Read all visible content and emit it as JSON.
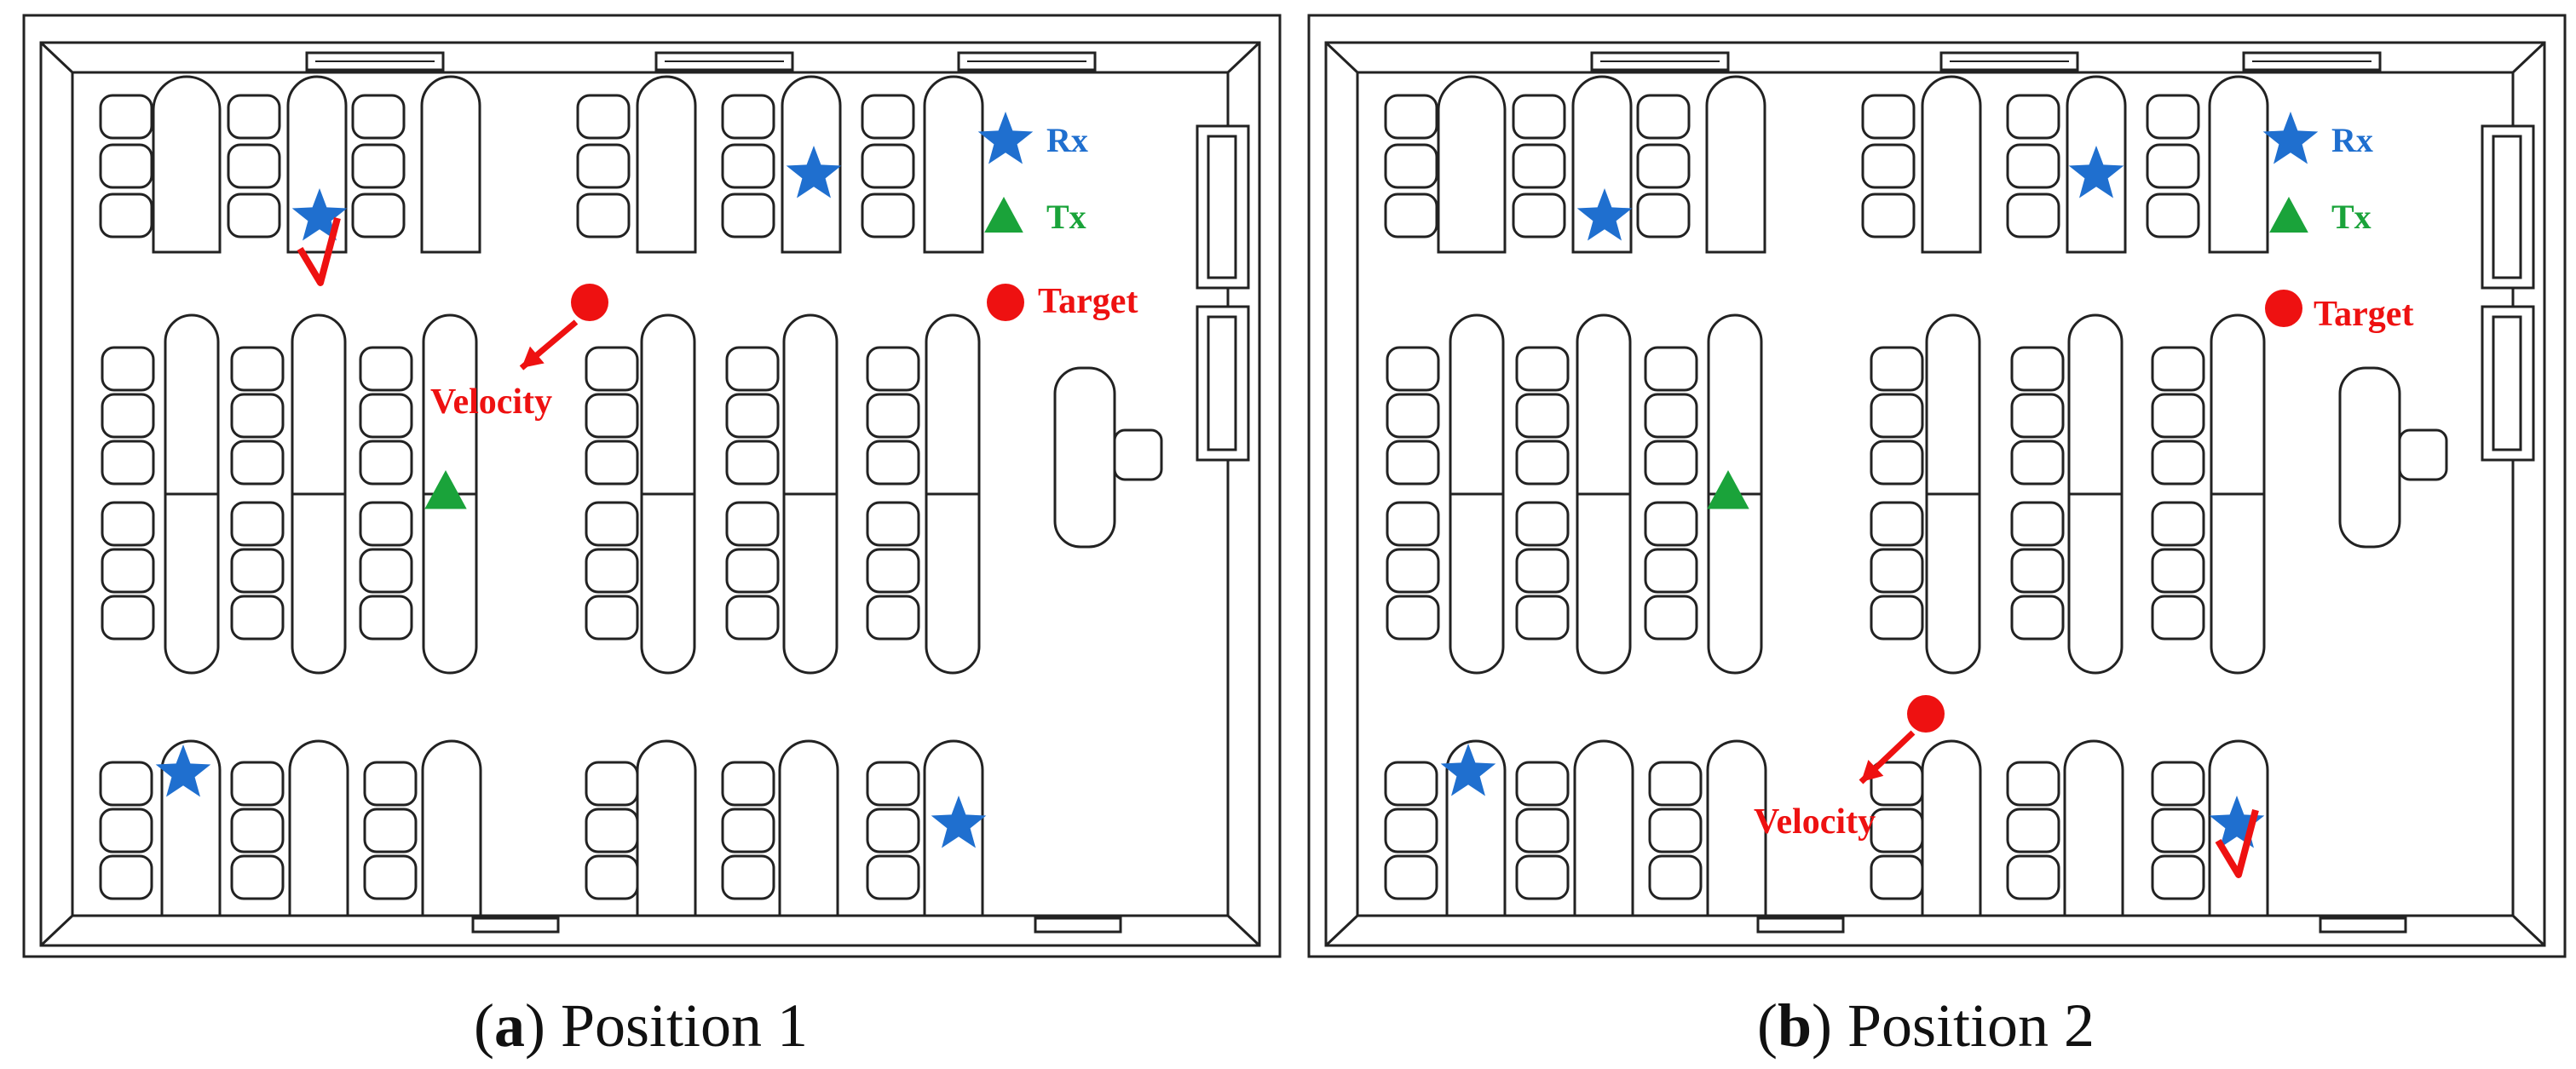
{
  "colors": {
    "rx": "#1f6fcf",
    "tx": "#1aa33a",
    "target": "#ee1111",
    "outline": "#222222"
  },
  "legend": {
    "rx": "Rx",
    "tx": "Tx",
    "target": "Target"
  },
  "velocity_label": "Velocity",
  "panels": [
    {
      "caption_letter": "a",
      "caption_text": "Position 1"
    },
    {
      "caption_letter": "b",
      "caption_text": "Position 2"
    }
  ]
}
